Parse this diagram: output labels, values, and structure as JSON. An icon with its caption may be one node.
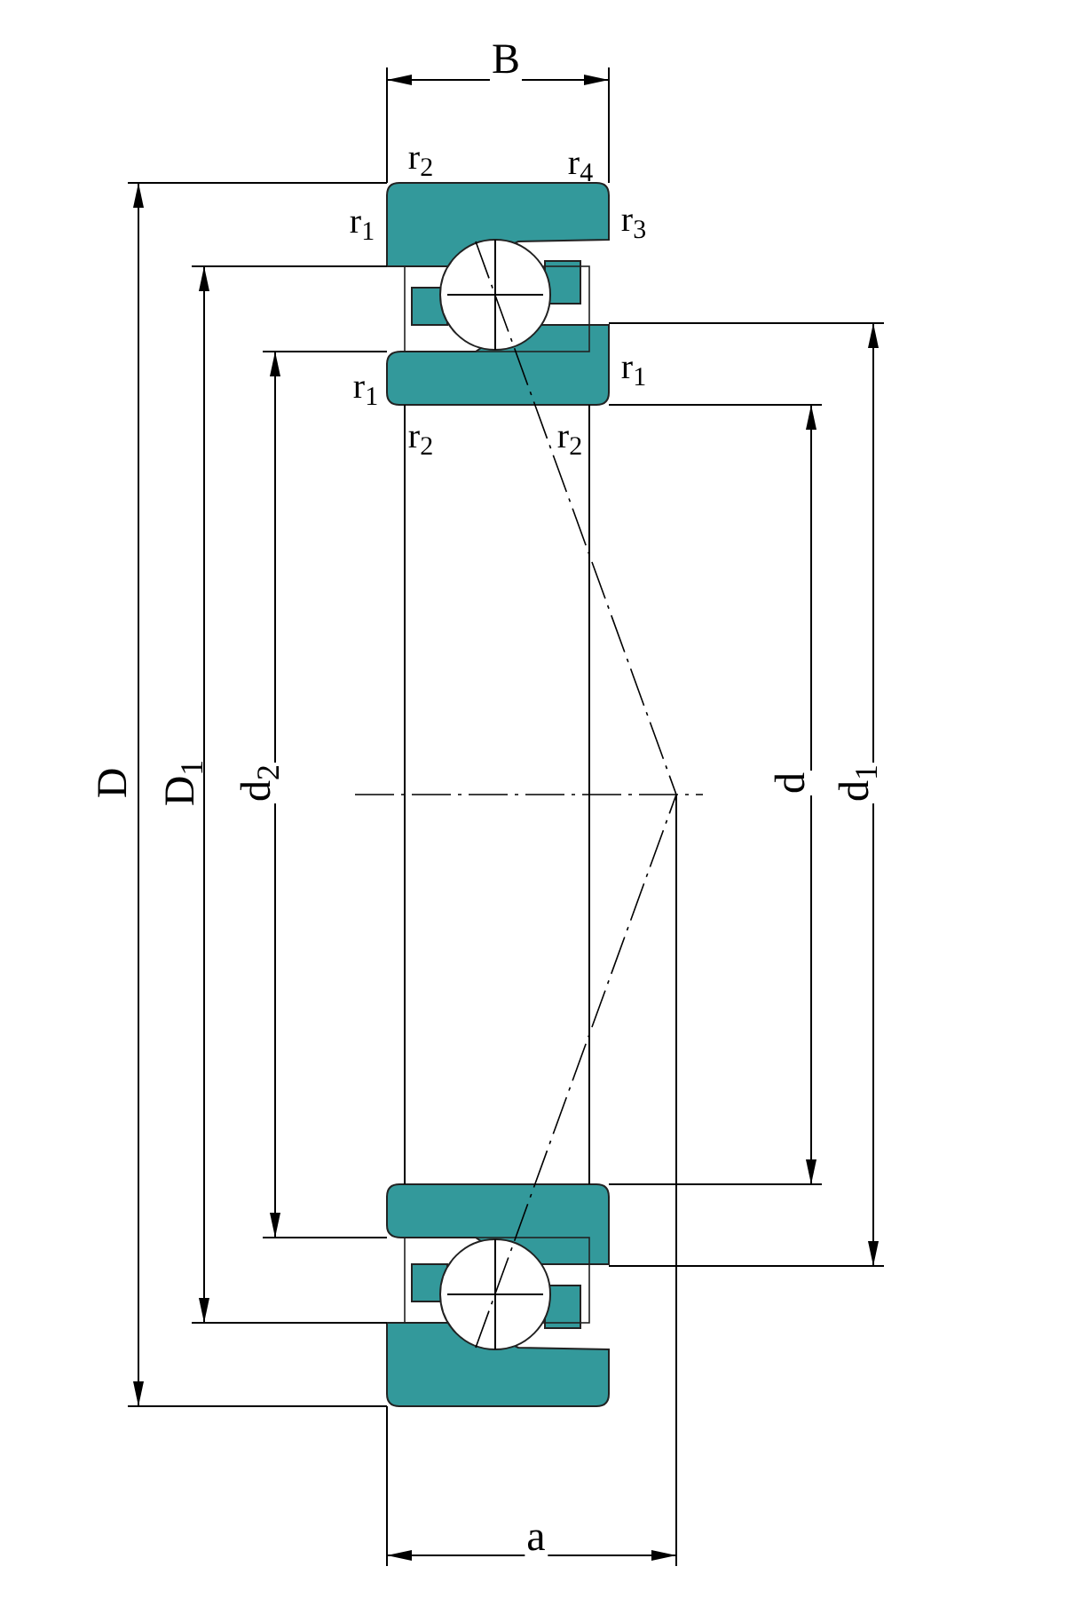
{
  "diagram": {
    "labels": [
      "B",
      "r$_{2}$",
      "r$_{4}$",
      "r$_{1}$",
      "r$_{3}$",
      "r$_{1}$",
      "r$_{1}$",
      "r$_{2}$",
      "r$_{2}$",
      "D",
      "D$_{1}$",
      "d$_{2}$",
      "d",
      "d$_{1}$",
      "a"
    ]
  }
}
